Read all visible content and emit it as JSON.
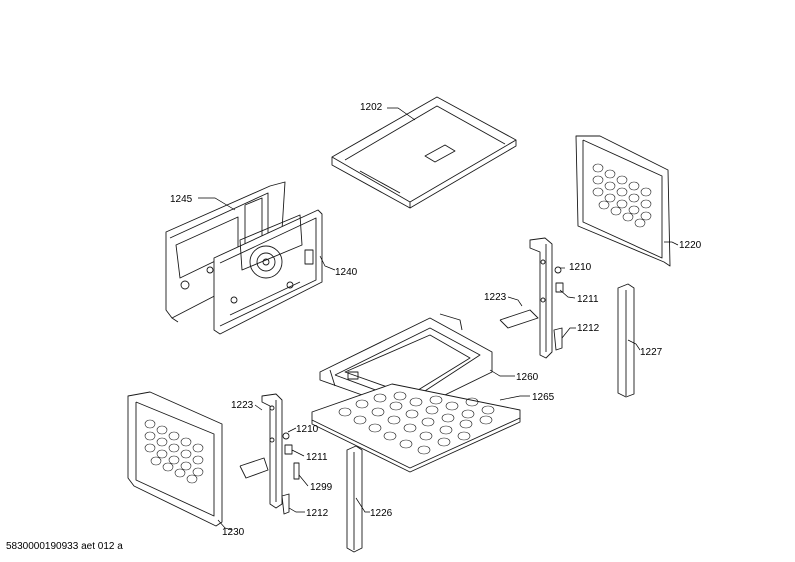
{
  "diagram": {
    "labels": {
      "p1202": "1202",
      "p1245": "1245",
      "p1240": "1240",
      "p1220": "1220",
      "p1210a": "1210",
      "p1223a": "1223",
      "p1211a": "1211",
      "p1212a": "1212",
      "p1227": "1227",
      "p1260": "1260",
      "p1265": "1265",
      "p1223b": "1223",
      "p1210b": "1210",
      "p1211b": "1211",
      "p1299": "1299",
      "p1226": "1226",
      "p1212b": "1212",
      "p1230": "1230"
    }
  },
  "footer": {
    "code": "5830000190933 aet 012 a"
  }
}
